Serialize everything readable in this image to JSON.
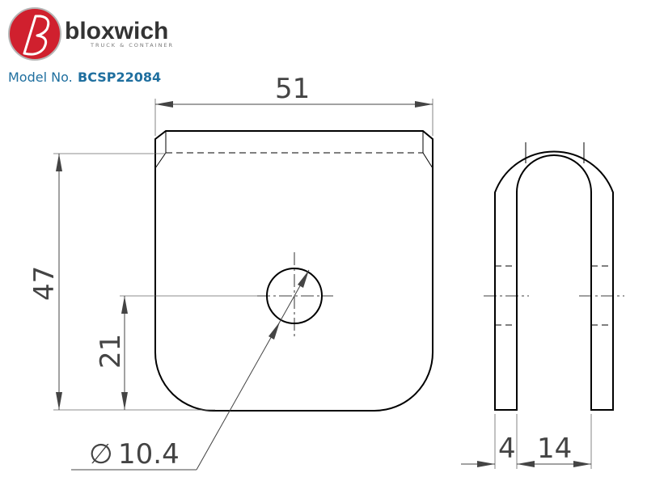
{
  "brand": {
    "name": "bloxwich",
    "tagline": "TRUCK & CONTAINER",
    "colors": {
      "logo_red": "#d0202e",
      "logo_gray": "#9a9a9a",
      "model_blue": "#1f6f9f"
    }
  },
  "model": {
    "label": "Model No.",
    "number": "BCSP22084"
  },
  "dimensions": {
    "width": "51",
    "height": "47",
    "hole_center_height": "21",
    "hole_diameter_symbol": "∅",
    "hole_diameter": "10.4",
    "thickness": "4",
    "inner_gap": "14"
  }
}
